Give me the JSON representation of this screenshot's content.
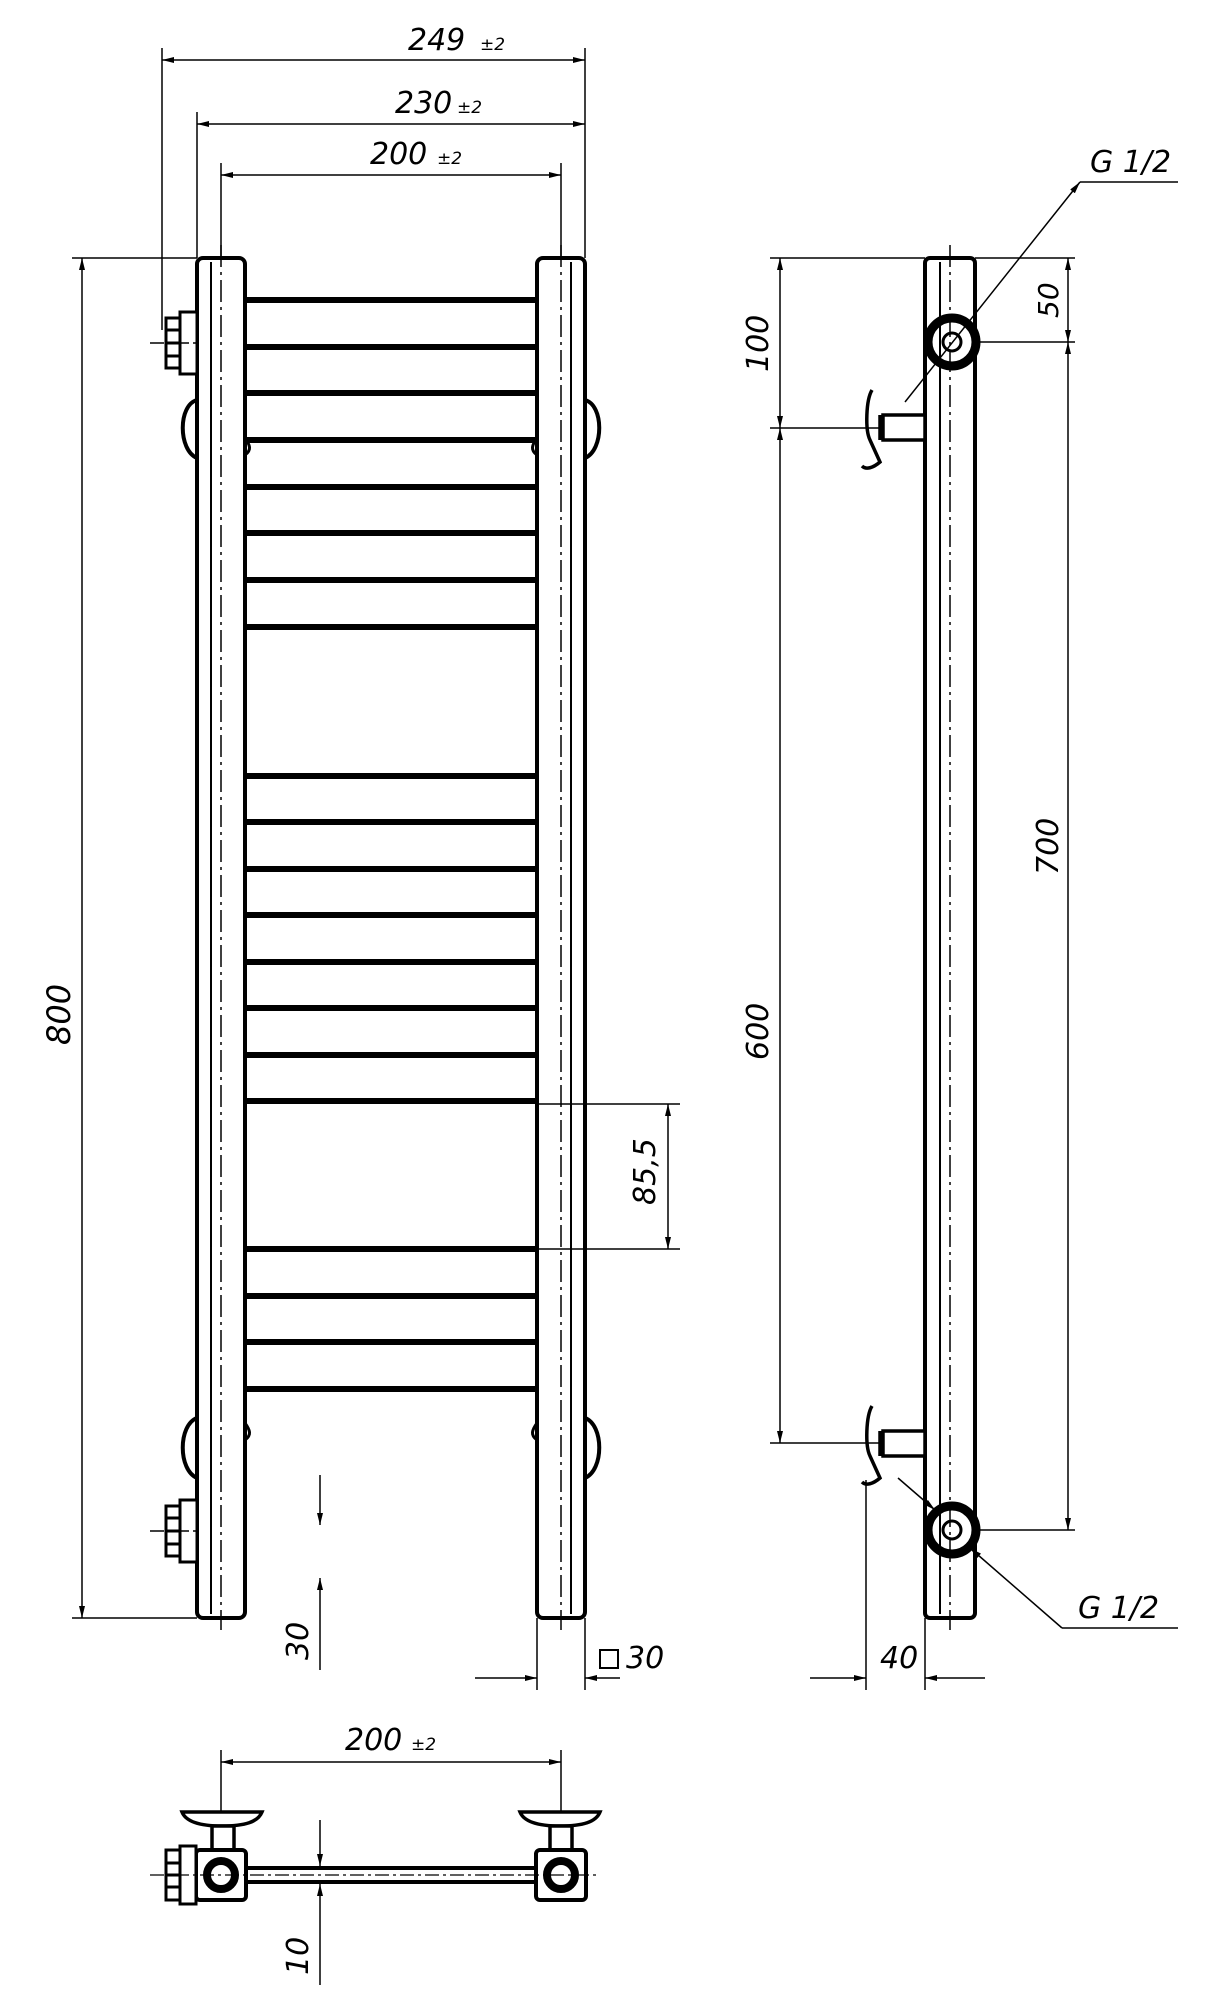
{
  "front_view": {
    "width_outer": "249",
    "width_outer_tol": "±2",
    "width_pipes": "230",
    "width_pipes_tol": "±2",
    "width_axes": "200",
    "width_axes_tol": "±2",
    "height_total": "800",
    "rung_spacing": "85,5",
    "bottom_offset": "30",
    "profile_size": "30",
    "rung_count": 20
  },
  "side_view": {
    "thread_top": "G 1/2",
    "thread_bottom": "G 1/2",
    "top_to_mount": "100",
    "mount_spacing": "600",
    "top_to_thread": "50",
    "thread_spacing": "700",
    "wall_depth": "40"
  },
  "top_view": {
    "width_axes": "200",
    "width_axes_tol": "±2",
    "rung_depth": "10"
  }
}
